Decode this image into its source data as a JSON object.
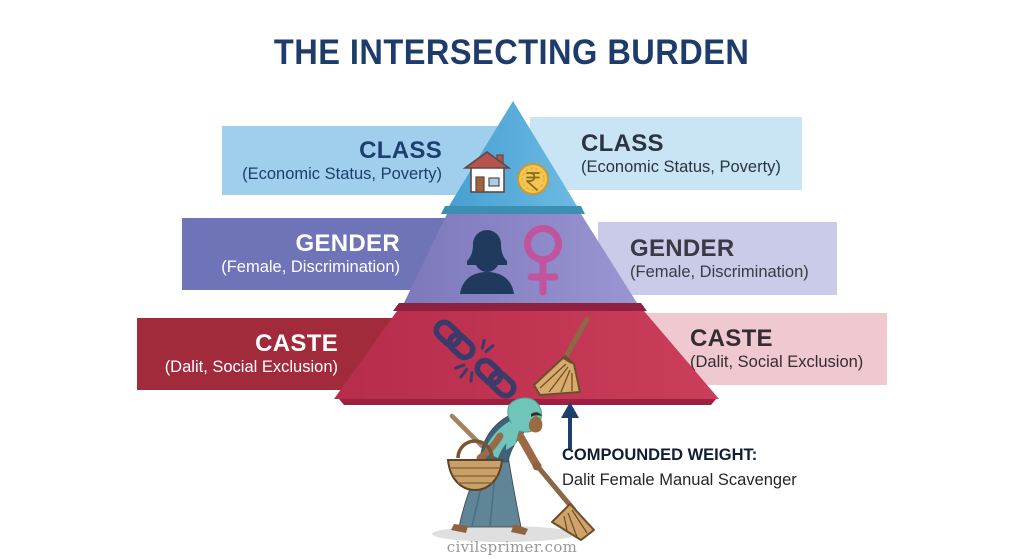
{
  "title": "THE INTERSECTING BURDEN",
  "layers": [
    {
      "key": "class",
      "label": "CLASS",
      "sublabel": "(Economic Status, Poverty)",
      "icons": [
        "house-icon",
        "rupee-coin-icon"
      ],
      "colors": {
        "left_band": "#9fcfec",
        "right_band": "#c9e4f5",
        "pyramid": "#55acdc",
        "left_text": "#1d3e6e",
        "right_text": "#2b3440"
      }
    },
    {
      "key": "gender",
      "label": "GENDER",
      "sublabel": "(Female, Discrimination)",
      "icons": [
        "female-silhouette-icon",
        "venus-symbol-icon"
      ],
      "colors": {
        "left_band": "#6f74b9",
        "right_band": "#c9cbe8",
        "pyramid": "#8d8ac7",
        "left_text": "#ffffff",
        "right_text": "#3a3a46"
      }
    },
    {
      "key": "caste",
      "label": "CASTE",
      "sublabel": "(Dalit, Social Exclusion)",
      "icons": [
        "broken-chain-icon",
        "broom-icon"
      ],
      "colors": {
        "left_band": "#a12b3b",
        "right_band": "#f0c8d0",
        "pyramid": "#c23351",
        "left_text": "#ffffff",
        "right_text": "#332d31"
      }
    }
  ],
  "annotation": {
    "heading": "COMPOUNDED WEIGHT:",
    "body": "Dalit Female Manual Scavenger",
    "arrow_color": "#1d3e6e"
  },
  "figure": {
    "name": "dalit-woman-sweeping",
    "elements": [
      "teal-headscarf",
      "woven-basket",
      "broom"
    ]
  },
  "footer": {
    "website": "civilsprimer.com"
  },
  "palette": {
    "title_text": "#1d3c6b",
    "background": "#ffffff",
    "chain_icon": "#3c3a6b",
    "venus_icon": "#c0549e",
    "silhouette_icon": "#1f3a5c",
    "broom_icon": "#d3a869",
    "coin_icon": "#f3c74f"
  }
}
